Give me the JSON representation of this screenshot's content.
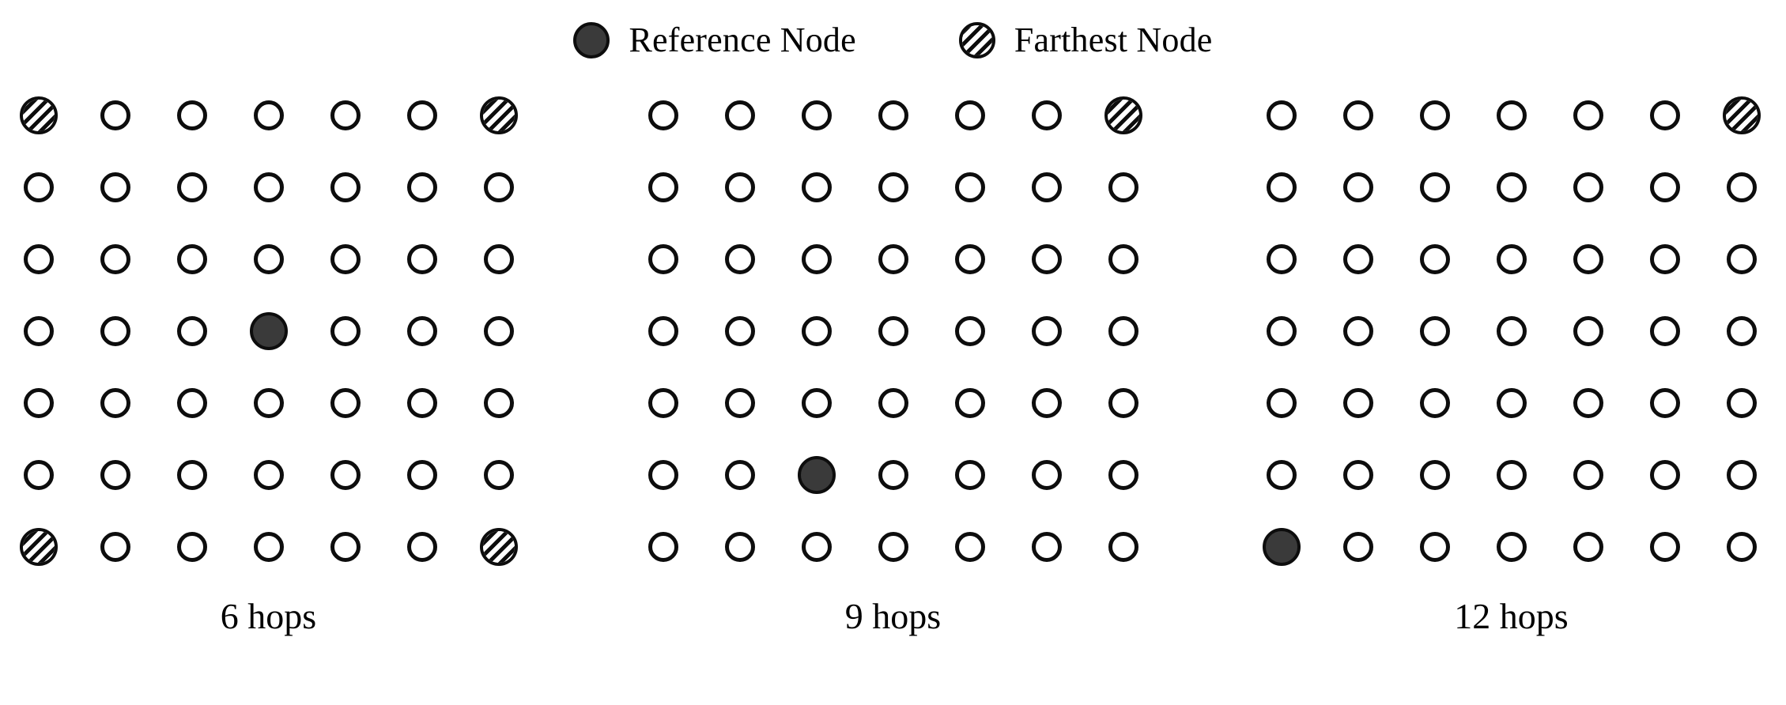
{
  "legend": {
    "items": [
      {
        "icon": "filled-circle-icon",
        "label": "Reference Node",
        "style": "reference"
      },
      {
        "icon": "hatched-circle-icon",
        "label": "Farthest Node",
        "style": "farthest"
      }
    ]
  },
  "colors": {
    "background": "#ffffff",
    "outline": "#0d0d0d",
    "reference_fill": "#3a3a3a",
    "hatch_stroke": "#0d0d0d",
    "text": "#000000"
  },
  "chart_data": {
    "type": "heatmap",
    "title": "",
    "subtitle": "",
    "xlabel": "",
    "ylabel": "",
    "legend_position": "top-center",
    "grid": false,
    "description": "Three 7x7 node grids illustrating network diameter in hops from a reference node to its farthest node(s).",
    "node_states": [
      "empty",
      "reference",
      "farthest"
    ],
    "rows": 7,
    "cols": 7,
    "panels": [
      {
        "caption": "6 hops",
        "hops": 6,
        "reference": {
          "row": 4,
          "col": 4
        },
        "farthest": [
          {
            "row": 1,
            "col": 1
          },
          {
            "row": 1,
            "col": 7
          },
          {
            "row": 7,
            "col": 1
          },
          {
            "row": 7,
            "col": 7
          }
        ],
        "cells": [
          [
            "farthest",
            "empty",
            "empty",
            "empty",
            "empty",
            "empty",
            "farthest"
          ],
          [
            "empty",
            "empty",
            "empty",
            "empty",
            "empty",
            "empty",
            "empty"
          ],
          [
            "empty",
            "empty",
            "empty",
            "empty",
            "empty",
            "empty",
            "empty"
          ],
          [
            "empty",
            "empty",
            "empty",
            "reference",
            "empty",
            "empty",
            "empty"
          ],
          [
            "empty",
            "empty",
            "empty",
            "empty",
            "empty",
            "empty",
            "empty"
          ],
          [
            "empty",
            "empty",
            "empty",
            "empty",
            "empty",
            "empty",
            "empty"
          ],
          [
            "farthest",
            "empty",
            "empty",
            "empty",
            "empty",
            "empty",
            "farthest"
          ]
        ]
      },
      {
        "caption": "9 hops",
        "hops": 9,
        "reference": {
          "row": 6,
          "col": 3
        },
        "farthest": [
          {
            "row": 1,
            "col": 7
          }
        ],
        "cells": [
          [
            "empty",
            "empty",
            "empty",
            "empty",
            "empty",
            "empty",
            "farthest"
          ],
          [
            "empty",
            "empty",
            "empty",
            "empty",
            "empty",
            "empty",
            "empty"
          ],
          [
            "empty",
            "empty",
            "empty",
            "empty",
            "empty",
            "empty",
            "empty"
          ],
          [
            "empty",
            "empty",
            "empty",
            "empty",
            "empty",
            "empty",
            "empty"
          ],
          [
            "empty",
            "empty",
            "empty",
            "empty",
            "empty",
            "empty",
            "empty"
          ],
          [
            "empty",
            "empty",
            "reference",
            "empty",
            "empty",
            "empty",
            "empty"
          ],
          [
            "empty",
            "empty",
            "empty",
            "empty",
            "empty",
            "empty",
            "empty"
          ]
        ]
      },
      {
        "caption": "12 hops",
        "hops": 12,
        "reference": {
          "row": 7,
          "col": 1
        },
        "farthest": [
          {
            "row": 1,
            "col": 7
          }
        ],
        "cells": [
          [
            "empty",
            "empty",
            "empty",
            "empty",
            "empty",
            "empty",
            "farthest"
          ],
          [
            "empty",
            "empty",
            "empty",
            "empty",
            "empty",
            "empty",
            "empty"
          ],
          [
            "empty",
            "empty",
            "empty",
            "empty",
            "empty",
            "empty",
            "empty"
          ],
          [
            "empty",
            "empty",
            "empty",
            "empty",
            "empty",
            "empty",
            "empty"
          ],
          [
            "empty",
            "empty",
            "empty",
            "empty",
            "empty",
            "empty",
            "empty"
          ],
          [
            "empty",
            "empty",
            "empty",
            "empty",
            "empty",
            "empty",
            "empty"
          ],
          [
            "reference",
            "empty",
            "empty",
            "empty",
            "empty",
            "empty",
            "empty"
          ]
        ]
      }
    ]
  }
}
